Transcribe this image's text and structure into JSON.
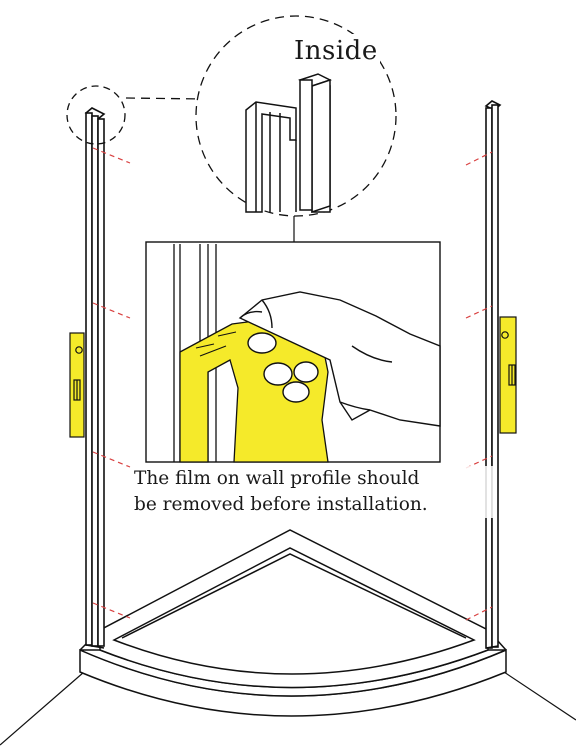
{
  "callout": {
    "label": "Inside"
  },
  "instruction": {
    "line1": "The film on wall profile should",
    "line2": "be removed before installation."
  },
  "colors": {
    "film_highlight": "#f5ea2a",
    "marker_dash": "#d94040",
    "outline": "#111111"
  },
  "icons": {
    "hand": "hand-peeling-icon",
    "level": "spirit-level-icon",
    "magnifier": "dashed-circle-callout-icon"
  }
}
